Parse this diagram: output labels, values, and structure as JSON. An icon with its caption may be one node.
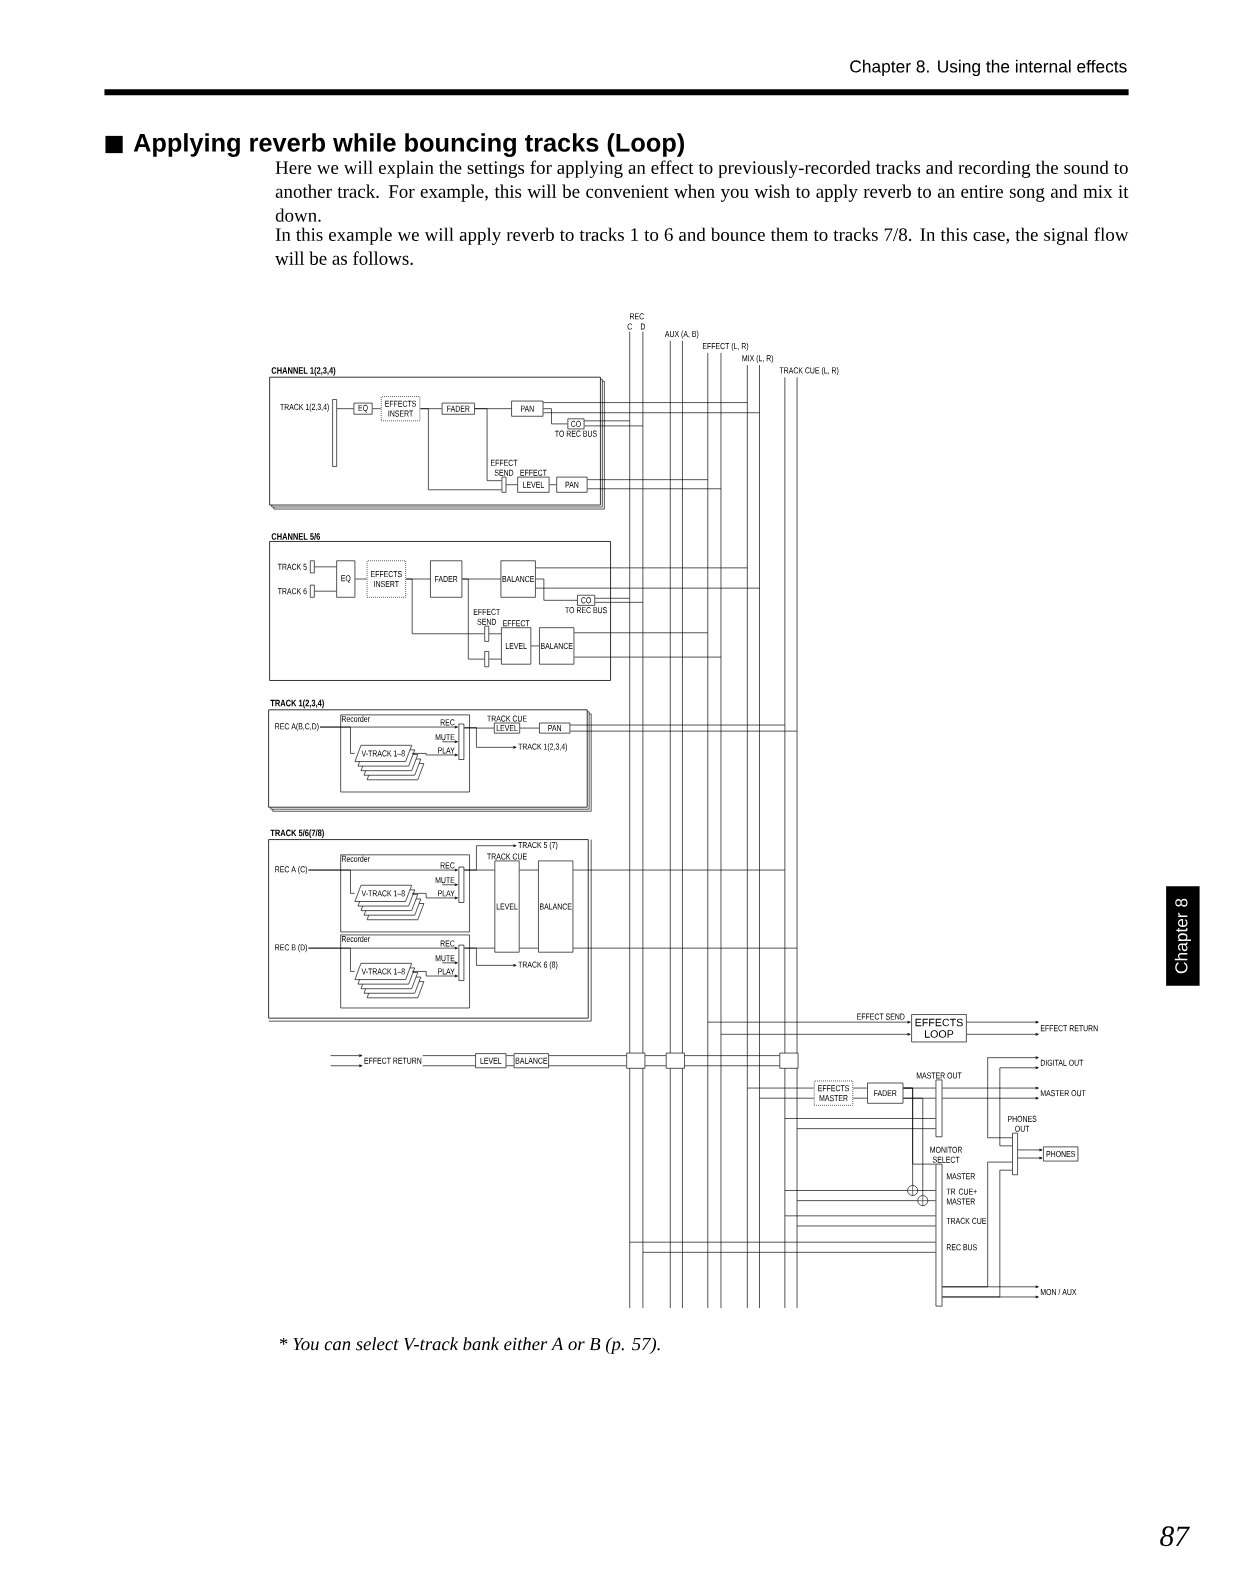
{
  "diagram": {
    "title": "Applying reverb while bouncing tracks (Loop)",
    "caption": "* You can select V-track bank either A or B (p. 57).",
    "nodes": [
      {
        "text": [
          "CHANNEL 1(2,3,4)"
        ]
      },
      {
        "text": [],
        "shape": "bar",
        "beside": [
          "TRACK 1(2,3,4)"
        ],
        "in": 0
      },
      {
        "text": [
          "EQ"
        ],
        "in": 0
      },
      {
        "text": [
          "EFFECTS INSERT"
        ],
        "in": 0
      },
      {
        "text": [
          "FADER"
        ],
        "in": 0
      },
      {
        "text": [
          "PAN"
        ],
        "in": 0
      },
      {
        "text": [
          "CO"
        ],
        "beside": [
          "TO REC BUS"
        ],
        "in": 0
      },
      {
        "text": [
          "EFFECT SEND"
        ],
        "in": 0
      },
      {
        "text": [
          "EFFECT",
          "LEVEL"
        ],
        "in": 0
      },
      {
        "text": [
          "PAN"
        ],
        "in": 0
      },
      {
        "text": [
          "CHANNEL 5/6"
        ]
      },
      {
        "text": [],
        "shape": "bar",
        "beside": [
          "TRACK 5"
        ],
        "in": 10
      },
      {
        "text": [],
        "shape": "bar",
        "beside": [
          "TRACK 6"
        ],
        "in": 10
      },
      {
        "text": [
          "EQ"
        ],
        "in": 10
      },
      {
        "text": [
          "EFFECTS INSERT"
        ],
        "in": 10
      },
      {
        "text": [
          "FADER"
        ],
        "in": 10
      },
      {
        "text": [
          "BALANCE"
        ],
        "in": 10
      },
      {
        "text": [
          "CO"
        ],
        "beside": [
          "TO REC BUS"
        ],
        "in": 10
      },
      {
        "text": [
          "EFFECT SEND"
        ],
        "in": 10
      },
      {
        "text": [],
        "shape": "bar",
        "in": 10
      },
      {
        "text": [
          "EFFECT",
          "LEVEL"
        ],
        "in": 10
      },
      {
        "text": [
          "BALANCE"
        ],
        "in": 10
      },
      {
        "text": [
          "TRACK 1(2,3,4)"
        ]
      },
      {
        "text": [
          "REC A(B,C,D)"
        ],
        "in": 22
      },
      {
        "text": [
          "Recorder"
        ],
        "in": 22
      },
      {
        "text": [
          "V-TRACK 1–8"
        ],
        "in": 24
      },
      {
        "text": [],
        "shape": "bar",
        "in": 24
      },
      {
        "text": [
          "TRACK CUE",
          "LEVEL"
        ],
        "in": 22
      },
      {
        "text": [
          "PAN"
        ],
        "in": 22
      },
      {
        "text": [
          "TRACK 1(2,3,4)"
        ],
        "in": 22
      },
      {
        "text": [
          "TRACK 5/6(7/8)"
        ]
      },
      {
        "text": [
          "REC A (C)"
        ],
        "in": 30
      },
      {
        "text": [
          "Recorder"
        ],
        "in": 30
      },
      {
        "text": [
          "V-TRACK 1–8"
        ],
        "in": 32
      },
      {
        "text": [],
        "shape": "bar",
        "in": 32
      },
      {
        "text": [
          "REC B (D)"
        ],
        "in": 30
      },
      {
        "text": [
          "Recorder"
        ],
        "in": 30
      },
      {
        "text": [
          "V-TRACK 1–8"
        ],
        "in": 36
      },
      {
        "text": [],
        "shape": "bar",
        "in": 36
      },
      {
        "text": [
          "TRACK 5 (7)"
        ],
        "in": 30
      },
      {
        "text": [
          "TRACK CUE",
          "LEVEL"
        ],
        "in": 30
      },
      {
        "text": [
          "BALANCE"
        ],
        "in": 30
      },
      {
        "text": [
          "TRACK 6 (8)"
        ],
        "in": 30
      },
      {
        "text": [
          "EFFECT RETURN"
        ]
      },
      {
        "text": [
          "LEVEL"
        ]
      },
      {
        "text": [
          "BALANCE"
        ]
      },
      {
        "text": [
          "EFFECTS LOOP"
        ]
      },
      {
        "text": [
          "EFFECT RETURN"
        ]
      },
      {
        "text": [
          "EFFECTS MASTER"
        ]
      },
      {
        "text": [
          "FADER"
        ]
      },
      {
        "text": [
          "MASTER OUT"
        ]
      },
      {
        "text": [
          "MASTER OUT"
        ]
      },
      {
        "text": [
          "DIGITAL OUT"
        ]
      },
      {
        "text": [
          "PHONES OUT"
        ]
      },
      {
        "text": [
          "PHONES"
        ]
      },
      {
        "text": [
          "MONITOR SELECT"
        ],
        "beside": [
          "MASTER",
          "TR CUE+ MASTER",
          "TRACK CUE",
          "REC BUS"
        ]
      },
      {
        "text": [
          "MON / AUX"
        ]
      },
      {
        "text": [],
        "shape": "box"
      },
      {
        "text": [],
        "shape": "box"
      },
      {
        "text": [],
        "shape": "box"
      },
      {
        "text": [],
        "shape": "circle"
      },
      {
        "text": [],
        "shape": "circle"
      }
    ],
    "edges": [
      {
        "from": 1,
        "to": 2,
        "arrow": "none"
      },
      {
        "from": 2,
        "to": 3,
        "arrow": "none"
      },
      {
        "from": 3,
        "to": 4,
        "arrow": "none"
      },
      {
        "from": 4,
        "to": 5,
        "arrow": "none"
      },
      {
        "from": 5,
        "to": 6,
        "arrow": "none"
      },
      {
        "from": 3,
        "to": 7,
        "arrow": "none"
      },
      {
        "from": 4,
        "to": 7,
        "arrow": "none"
      },
      {
        "from": 7,
        "to": 8,
        "arrow": "none"
      },
      {
        "from": 8,
        "to": 9,
        "arrow": "none"
      },
      {
        "from": 11,
        "to": 13,
        "arrow": "none"
      },
      {
        "from": 12,
        "to": 13,
        "arrow": "none"
      },
      {
        "from": 13,
        "to": 14,
        "arrow": "none"
      },
      {
        "from": 14,
        "to": 15,
        "arrow": "none"
      },
      {
        "from": 15,
        "to": 16,
        "arrow": "none"
      },
      {
        "from": 16,
        "to": 17,
        "arrow": "none"
      },
      {
        "from": 14,
        "to": 18,
        "arrow": "none"
      },
      {
        "from": 15,
        "to": 19,
        "arrow": "none"
      },
      {
        "from": 18,
        "to": 20,
        "arrow": "none"
      },
      {
        "from": 19,
        "to": 20,
        "arrow": "none"
      },
      {
        "from": 20,
        "to": 21,
        "arrow": "none"
      },
      {
        "from": 23,
        "to": 26,
        "arrow": "to",
        "label": "REC"
      },
      {
        "from": 23,
        "to": 25,
        "arrow": "none"
      },
      {
        "from": null,
        "to": 26,
        "arrow": "to",
        "label": "MUTE"
      },
      {
        "from": 25,
        "to": 26,
        "arrow": "to",
        "label": "PLAY"
      },
      {
        "from": 26,
        "to": 27,
        "arrow": "none"
      },
      {
        "from": 27,
        "to": 28,
        "arrow": "none"
      },
      {
        "from": 26,
        "to": 29,
        "arrow": "to"
      },
      {
        "from": 31,
        "to": 34,
        "arrow": "to",
        "label": "REC"
      },
      {
        "from": 31,
        "to": 33,
        "arrow": "none"
      },
      {
        "from": null,
        "to": 34,
        "arrow": "to",
        "label": "MUTE"
      },
      {
        "from": 33,
        "to": 34,
        "arrow": "to",
        "label": "PLAY"
      },
      {
        "from": 34,
        "to": 40,
        "arrow": "none"
      },
      {
        "from": 34,
        "to": 39,
        "arrow": "to"
      },
      {
        "from": 40,
        "to": 41,
        "arrow": "none"
      },
      {
        "from": 35,
        "to": 38,
        "arrow": "to",
        "label": "REC"
      },
      {
        "from": 35,
        "to": 37,
        "arrow": "none"
      },
      {
        "from": null,
        "to": 38,
        "arrow": "to",
        "label": "MUTE"
      },
      {
        "from": 37,
        "to": 38,
        "arrow": "to",
        "label": "PLAY"
      },
      {
        "from": 38,
        "to": 40,
        "arrow": "none"
      },
      {
        "from": 38,
        "to": 42,
        "arrow": "to"
      },
      {
        "from": 40,
        "to": 41,
        "arrow": "none"
      },
      {
        "from": null,
        "to": 43,
        "arrow": "to"
      },
      {
        "from": null,
        "to": 43,
        "arrow": "to"
      },
      {
        "from": 43,
        "to": 44,
        "arrow": "none"
      },
      {
        "from": 43,
        "to": 44,
        "arrow": "none"
      },
      {
        "from": 44,
        "to": 45,
        "arrow": "none"
      },
      {
        "from": 44,
        "to": 45,
        "arrow": "none"
      },
      {
        "from": 45,
        "to": 57,
        "arrow": "none"
      },
      {
        "from": 45,
        "to": 57,
        "arrow": "none"
      },
      {
        "from": 57,
        "to": 58,
        "arrow": "none"
      },
      {
        "from": 57,
        "to": 58,
        "arrow": "none"
      },
      {
        "from": 58,
        "to": 59,
        "arrow": "none"
      },
      {
        "from": 58,
        "to": 59,
        "arrow": "none"
      },
      {
        "from": null,
        "to": 46,
        "arrow": "to",
        "label": "EFFECT SEND"
      },
      {
        "from": null,
        "to": 46,
        "arrow": "to"
      },
      {
        "from": 46,
        "to": 47,
        "arrow": "to"
      },
      {
        "from": 46,
        "to": 47,
        "arrow": "to"
      },
      {
        "from": 48,
        "to": 49,
        "arrow": "none"
      },
      {
        "from": 48,
        "to": 49,
        "arrow": "none"
      },
      {
        "from": 49,
        "to": 50,
        "arrow": "none"
      },
      {
        "from": 49,
        "to": 50,
        "arrow": "none"
      },
      {
        "from": 50,
        "to": 51,
        "arrow": "to"
      },
      {
        "from": 50,
        "to": 51,
        "arrow": "to"
      },
      {
        "from": 53,
        "to": 52,
        "arrow": "to"
      },
      {
        "from": 53,
        "to": 52,
        "arrow": "to"
      },
      {
        "from": 55,
        "to": 53,
        "arrow": "none"
      },
      {
        "from": 55,
        "to": 53,
        "arrow": "none"
      },
      {
        "from": 53,
        "to": 54,
        "arrow": "to"
      },
      {
        "from": 53,
        "to": 54,
        "arrow": "to"
      },
      {
        "from": 55,
        "to": 56,
        "arrow": "to"
      },
      {
        "from": 55,
        "to": 56,
        "arrow": "to"
      },
      {
        "from": 60,
        "to": 55,
        "arrow": "none"
      },
      {
        "from": 61,
        "to": 55,
        "arrow": "none"
      },
      {
        "from": 5,
        "to": null,
        "arrow": "none"
      },
      {
        "from": 5,
        "to": null,
        "arrow": "none"
      },
      {
        "from": 6,
        "to": null,
        "arrow": "none"
      },
      {
        "from": 6,
        "to": null,
        "arrow": "none"
      },
      {
        "from": 9,
        "to": null,
        "arrow": "none"
      },
      {
        "from": 9,
        "to": null,
        "arrow": "none"
      },
      {
        "from": 16,
        "to": null,
        "arrow": "none"
      },
      {
        "from": 16,
        "to": null,
        "arrow": "none"
      },
      {
        "from": 17,
        "to": null,
        "arrow": "none"
      },
      {
        "from": 17,
        "to": null,
        "arrow": "none"
      },
      {
        "from": 21,
        "to": null,
        "arrow": "none"
      },
      {
        "from": 21,
        "to": null,
        "arrow": "none"
      },
      {
        "from": 28,
        "to": null,
        "arrow": "none"
      },
      {
        "from": 28,
        "to": null,
        "arrow": "none"
      },
      {
        "from": 41,
        "to": null,
        "arrow": "none"
      },
      {
        "from": 41,
        "to": null,
        "arrow": "none"
      },
      {
        "from": null,
        "to": 48,
        "arrow": "none"
      },
      {
        "from": null,
        "to": 48,
        "arrow": "none"
      },
      {
        "from": null,
        "to": 50,
        "arrow": "none"
      },
      {
        "from": null,
        "to": 50,
        "arrow": "none"
      },
      {
        "from": null,
        "to": 60,
        "arrow": "none"
      },
      {
        "from": null,
        "to": 61,
        "arrow": "none"
      },
      {
        "from": null,
        "to": 55,
        "arrow": "none"
      },
      {
        "from": null,
        "to": 55,
        "arrow": "none"
      },
      {
        "from": null,
        "to": 55,
        "arrow": "none"
      },
      {
        "from": null,
        "to": 55,
        "arrow": "none"
      },
      {
        "from": 49,
        "to": 55,
        "arrow": "none"
      },
      {
        "from": 49,
        "to": 60,
        "arrow": "none"
      },
      {
        "from": 49,
        "to": 61,
        "arrow": "none"
      }
    ],
    "labels": [
      "Chapter 8. Using the internal effects",
      "Here we will explain the settings for applying an effect to previously-recorded tracks and recording the sound to another track. For example, this will be convenient when you wish to apply reverb to an entire song and mix it down.",
      "In this example we will apply reverb to tracks 1 to 6 and bounce them to tracks 7/8. In this case, the signal flow will be as follows.",
      "REC",
      "C",
      "D",
      "AUX (A, B)",
      "EFFECT (L, R)",
      "MIX (L, R)",
      "TRACK CUE (L, R)",
      "Chapter 8",
      "87"
    ]
  }
}
